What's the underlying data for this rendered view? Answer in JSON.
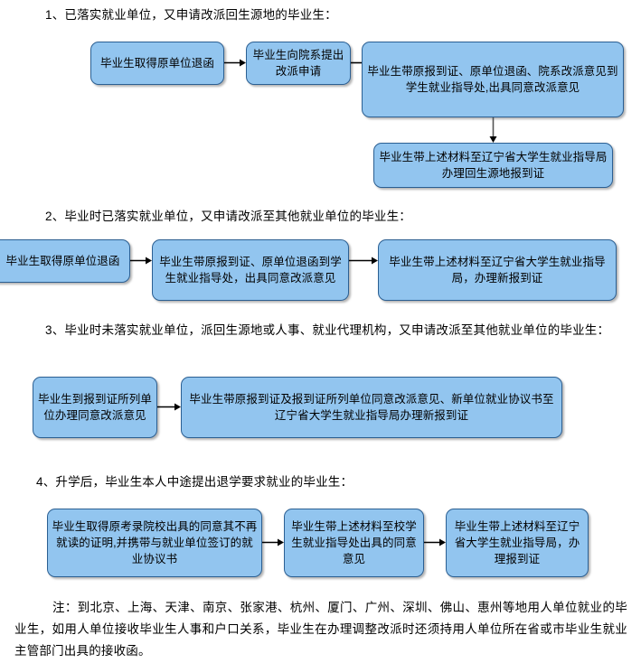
{
  "document": {
    "colors": {
      "box_fill": "#92c5ef",
      "box_border": "#2b5f92",
      "text": "#000000",
      "background": "#ffffff",
      "arrow": "#000000"
    }
  },
  "sections": [
    {
      "heading": "1、已落实就业单位，又申请改派回生源地的毕业生：",
      "boxes": [
        {
          "text": "毕业生取得原单位退函"
        },
        {
          "text": "毕业生向院系提出改派申请"
        },
        {
          "text": "毕业生带原报到证、原单位退函、院系改派意见到学生就业指导处,出具同意改派意见"
        },
        {
          "text": "毕业生带上述材料至辽宁省大学生就业指导局办理回生源地报到证"
        }
      ]
    },
    {
      "heading": "2、毕业时已落实就业单位，又申请改派至其他就业单位的毕业生：",
      "boxes": [
        {
          "text": "毕业生取得原单位退函"
        },
        {
          "text": "毕业生带原报到证、原单位退函到学生就业指导处，出具同意改派意见"
        },
        {
          "text": "毕业生带上述材料至辽宁省大学生就业指导局，办理新报到证"
        }
      ]
    },
    {
      "heading": "3、毕业时未落实就业单位，派回生源地或人事、就业代理机构，又申请改派至其他就业单位的毕业生：",
      "boxes": [
        {
          "text": "毕业生到报到证所列单位办理同意改派意见"
        },
        {
          "text": "毕业生带原报到证及报到证所列单位同意改派意见、新单位就业协议书至辽宁省大学生就业指导局办理新报到证"
        }
      ]
    },
    {
      "heading": "4、升学后，毕业生本人中途提出退学要求就业的毕业生：",
      "boxes": [
        {
          "text": "毕业生取得原考录院校出具的同意其不再就读的证明,并携带与就业单位签订的就业协议书"
        },
        {
          "text": "毕业生带上述材料至校学生就业指导处出具的同意意见"
        },
        {
          "text": "毕业生带上述材料至辽宁省大学生就业指导局，办理报到证"
        }
      ]
    }
  ],
  "note": {
    "text": "注：到北京、上海、天津、南京、张家港、杭州、厦门、广州、深圳、佛山、惠州等地用人单位就业的毕业生，如用人单位接收毕业生人事和户口关系，毕业生在办理调整改派时还须持用人单位所在省或市毕业生就业主管部门出具的接收函。"
  }
}
